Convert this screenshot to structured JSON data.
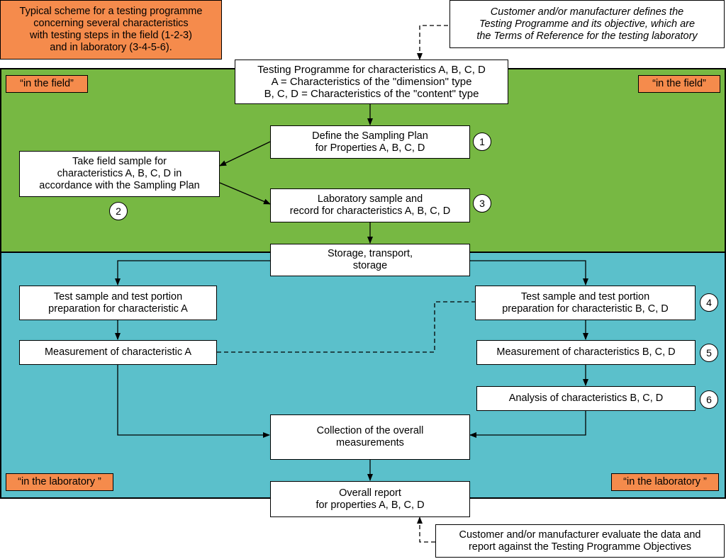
{
  "colors": {
    "field": "#77b843",
    "laboratory": "#5bc0cb",
    "label_orange": "#f58b4c"
  },
  "intro_note": "Typical scheme for a testing programme\nconcerning several characteristics\nwith testing steps in the field (1-2-3)\nand in laboratory (3-4-5-6).",
  "customer_defines": "Customer and/or manufacturer defines the\nTesting Programme and its objective, which are\nthe Terms of Reference for the testing laboratory",
  "field_label": "“in the field”",
  "lab_label": "“in the laboratory ”",
  "boxes": {
    "programme": "Testing Programme for characteristics A, B, C, D\nA = Characteristics of the \"dimension\" type\nB, C, D = Characteristics of the \"content\" type",
    "sampling_plan": "Define the Sampling Plan\nfor Properties A, B, C, D",
    "field_sample": "Take field sample for\ncharacteristics A, B, C, D in\naccordance with the Sampling Plan",
    "lab_sample": "Laboratory sample and\nrecord for characteristics A, B, C, D",
    "storage": "Storage, transport,\nstorage",
    "prep_a": "Test sample and test portion\npreparation for characteristic A",
    "measure_a": "Measurement of characteristic A",
    "prep_bcd": "Test sample and test portion\npreparation for characteristic B, C, D",
    "measure_bcd": "Measurement of characteristics B, C, D",
    "analysis_bcd": "Analysis of characteristics B, C, D",
    "collection": "Collection of the overall\nmeasurements",
    "report": "Overall report\nfor properties A, B, C, D"
  },
  "customer_evaluates": "Customer and/or manufacturer evaluate the data and\nreport against the Testing Programme Objectives",
  "steps": [
    "1",
    "2",
    "3",
    "4",
    "5",
    "6"
  ]
}
